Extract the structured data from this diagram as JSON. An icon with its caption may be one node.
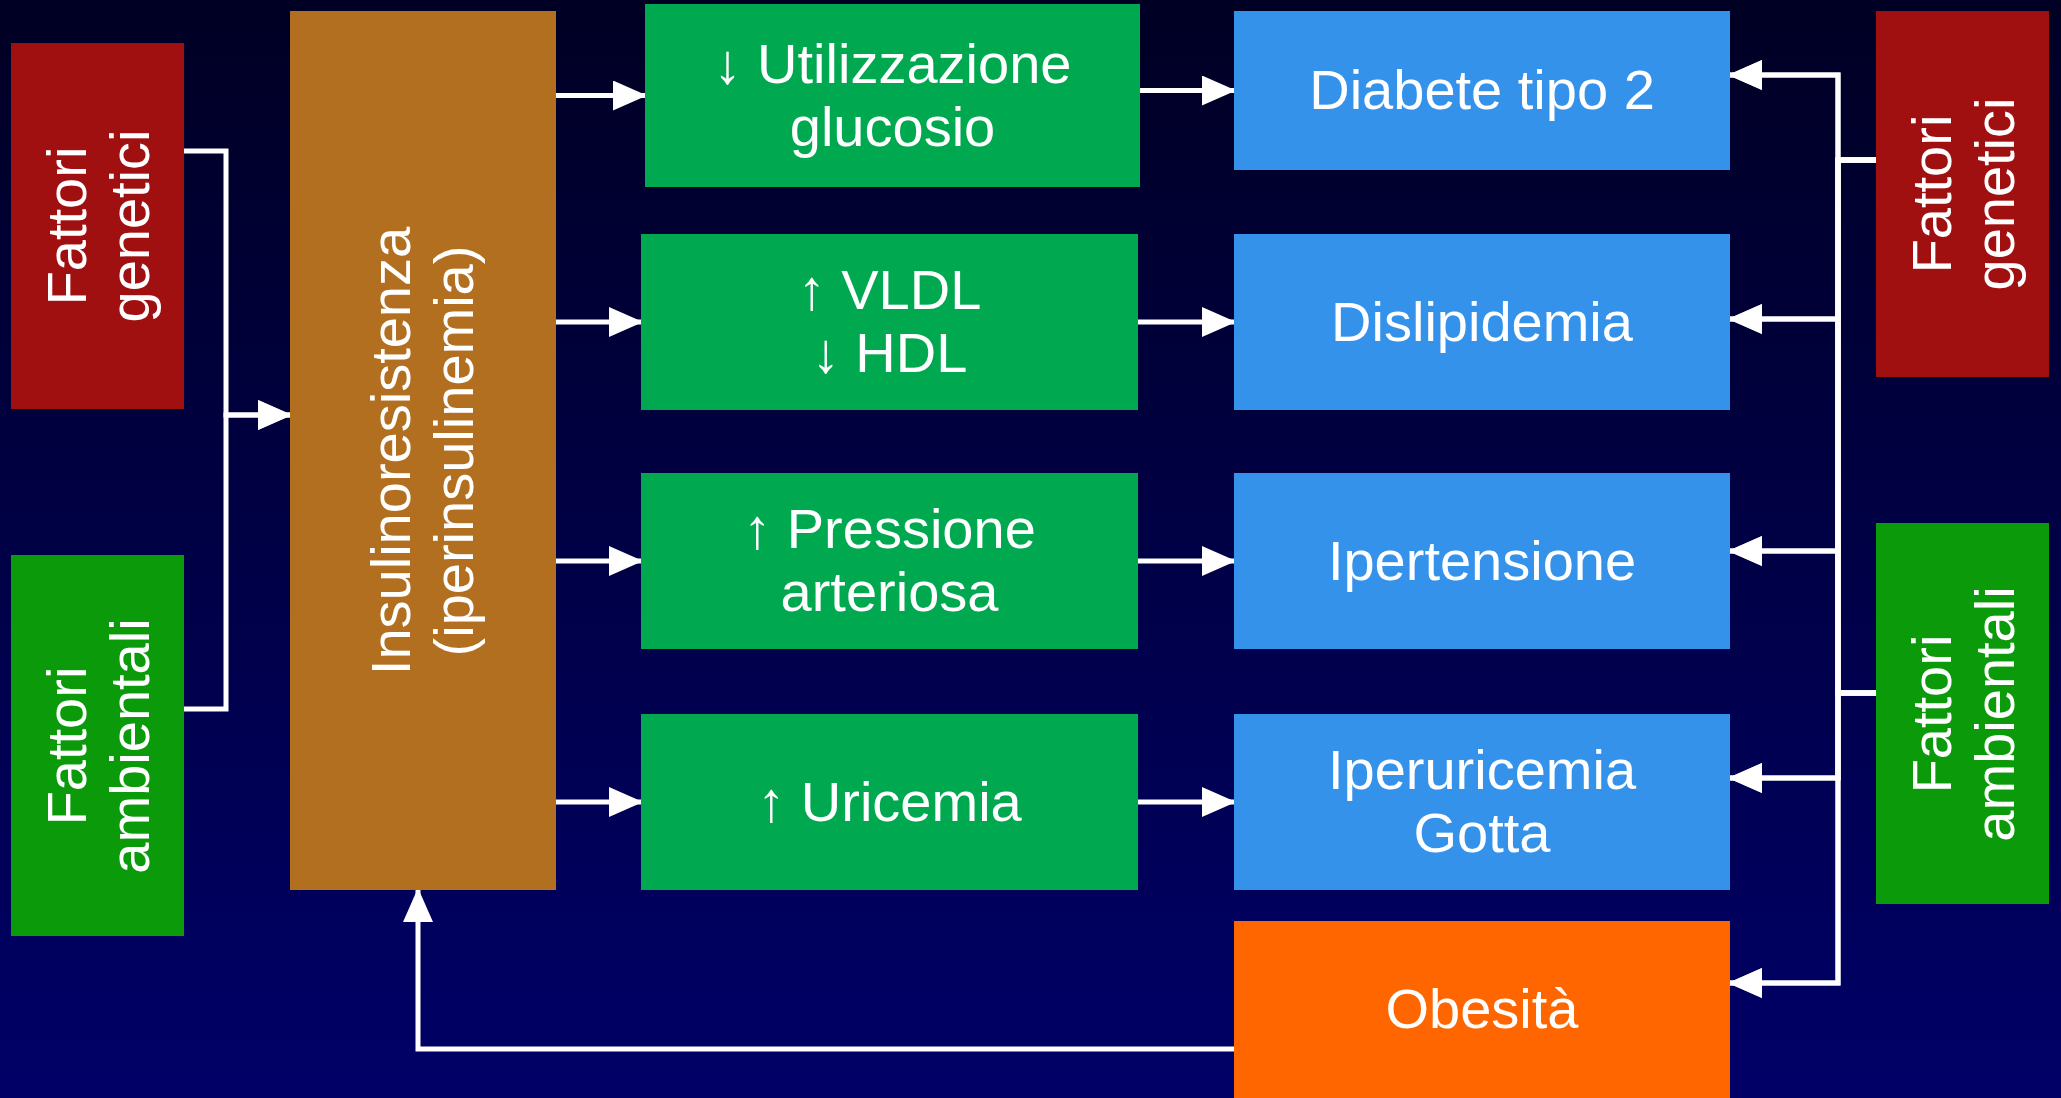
{
  "diagram": {
    "nodes": [
      {
        "text": [
          "Fattori genetici"
        ]
      },
      {
        "text": [
          "Fattori ambientali"
        ]
      },
      {
        "text": [
          "Insulinoresistenza",
          "(iperinsulinemia)"
        ]
      },
      {
        "text": [
          "↓ Utilizzazione glucosio"
        ]
      },
      {
        "text": [
          "↑ VLDL",
          "↓ HDL"
        ]
      },
      {
        "text": [
          "↑ Pressione arteriosa"
        ]
      },
      {
        "text": [
          "↑ Uricemia"
        ]
      },
      {
        "text": [
          "Diabete tipo 2"
        ]
      },
      {
        "text": [
          "Dislipidemia"
        ]
      },
      {
        "text": [
          "Ipertensione"
        ]
      },
      {
        "text": [
          "Iperuricemia",
          "Gotta"
        ]
      },
      {
        "text": [
          "Obesità"
        ]
      },
      {
        "text": [
          "Fattori genetici"
        ]
      },
      {
        "text": [
          "Fattori ambientali"
        ]
      }
    ],
    "edges": [
      {
        "from": 0,
        "to": 2,
        "arrow": "to"
      },
      {
        "from": 1,
        "to": 2,
        "arrow": "to"
      },
      {
        "from": 2,
        "to": 3,
        "arrow": "to"
      },
      {
        "from": 2,
        "to": 4,
        "arrow": "to"
      },
      {
        "from": 2,
        "to": 5,
        "arrow": "to"
      },
      {
        "from": 2,
        "to": 6,
        "arrow": "to"
      },
      {
        "from": 3,
        "to": 7,
        "arrow": "to"
      },
      {
        "from": 4,
        "to": 8,
        "arrow": "to"
      },
      {
        "from": 5,
        "to": 9,
        "arrow": "to"
      },
      {
        "from": 6,
        "to": 10,
        "arrow": "to"
      },
      {
        "from": 11,
        "to": 2,
        "arrow": "to"
      },
      {
        "from": 12,
        "to": 7,
        "arrow": "to"
      },
      {
        "from": 12,
        "to": 8,
        "arrow": "to"
      },
      {
        "from": 12,
        "to": 9,
        "arrow": "to"
      },
      {
        "from": 12,
        "to": 10,
        "arrow": "to"
      },
      {
        "from": 12,
        "to": 11,
        "arrow": "to"
      },
      {
        "from": 13,
        "to": 7,
        "arrow": "to"
      },
      {
        "from": 13,
        "to": 8,
        "arrow": "to"
      },
      {
        "from": 13,
        "to": 9,
        "arrow": "to"
      },
      {
        "from": 13,
        "to": 10,
        "arrow": "to"
      },
      {
        "from": 13,
        "to": 11,
        "arrow": "to"
      }
    ]
  }
}
